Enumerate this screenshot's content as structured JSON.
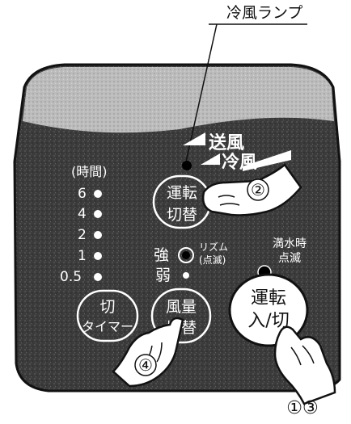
{
  "callout": {
    "label": "冷風ランプ"
  },
  "mode": {
    "fan": "送風",
    "cool": "冷風"
  },
  "timer": {
    "title": "(時間)",
    "hours": [
      "6",
      "4",
      "2",
      "1",
      "0.5"
    ],
    "button_line1": "切",
    "button_line2": "タイマー"
  },
  "operation_switch": {
    "line1": "運転",
    "line2": "切替"
  },
  "fan_speed": {
    "strong": "強",
    "weak": "弱",
    "rhythm_line1": "リズム",
    "rhythm_line2": "(点滅)"
  },
  "fan_switch": {
    "line1": "風量",
    "line2": "切替"
  },
  "drain_lamp": {
    "line1": "満水時",
    "line2": "点滅"
  },
  "power_button": {
    "line1": "運転",
    "line2": "入/切"
  },
  "steps": {
    "two": "②",
    "four": "④",
    "one_three": "①③"
  },
  "colors": {
    "panel": "#3a3a3a",
    "panel_top": "#b5b5b5",
    "ink": "#111111",
    "lamp": "#000000"
  }
}
